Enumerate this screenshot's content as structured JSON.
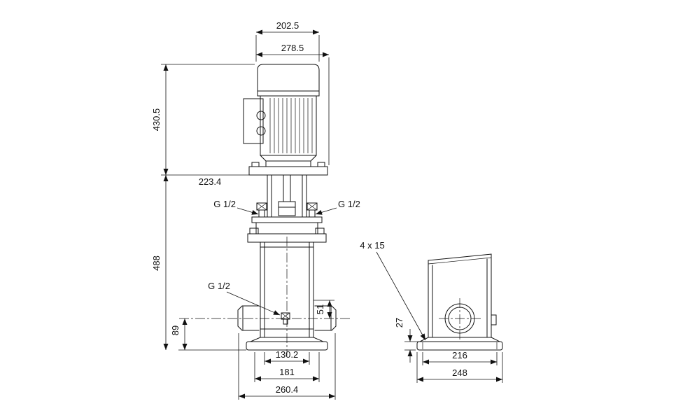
{
  "front_view": {
    "motor_top_width": "202.5",
    "motor_depth": "278.5",
    "motor_height": "430.5",
    "flange_plane": "223.4",
    "pump_height": "488",
    "gauge_port_left": "G 1/2",
    "gauge_port_right": "G 1/2",
    "drain_port": "G 1/2",
    "port_to_chamber": "51",
    "port_height": "89",
    "base_width_inner": "130.2",
    "base_width_mid": "181",
    "base_width_outer": "260.4"
  },
  "side_view": {
    "bolt_holes": "4 x 15",
    "foot_thickness": "27",
    "bolt_spacing": "216",
    "foot_width": "248"
  }
}
